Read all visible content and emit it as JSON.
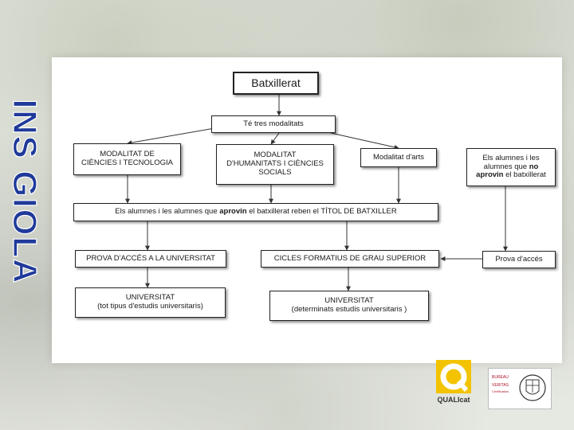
{
  "side_title": "INS GIOLA",
  "diagram": {
    "top": "Batxillerat",
    "modalities_header": "Té tres modalitats",
    "mod_sci_line1": "MODALITAT DE",
    "mod_sci_line2": "CIÈNCIES I TECNOLOGIA",
    "mod_hum_line1": "MODALITAT",
    "mod_hum_line2": "D'HUMANITATS I CIÈNCIES",
    "mod_hum_line3": "SOCIALS",
    "mod_arts": "Modalitat d'arts",
    "fail_pre": "Els alumnes i les",
    "fail_mid": "alumnes que",
    "fail_no": "no",
    "fail_aprovin": "aprovin",
    "fail_post": "el batxillerat",
    "title_pre": "Els alumnes  i les alumnes que",
    "title_aprovin": "aprovin",
    "title_post": "el batxillerat reben el TÍTOL DE BATXILLER",
    "prova_univ": "PROVA D'ACCÉS A LA UNIVERSITAT",
    "cicles": "CICLES FORMATIUS DE GRAU SUPERIOR",
    "prova_acces": "Prova d'accés",
    "univ1_line1": "UNIVERSITAT",
    "univ1_line2": "(tot tipus d'estudis universitaris)",
    "univ2_line1": "UNIVERSITAT",
    "univ2_line2": "(determinats estudis universitaris )"
  },
  "logos": {
    "qualicat": "QUALIcat",
    "bv_line1": "BUREAU",
    "bv_line2": "VERITAS",
    "bv_line3": "Certification"
  },
  "colors": {
    "side_title": "#1f3a9a",
    "qualicat_yellow": "#f3c300",
    "bv_red": "#b0122a"
  }
}
